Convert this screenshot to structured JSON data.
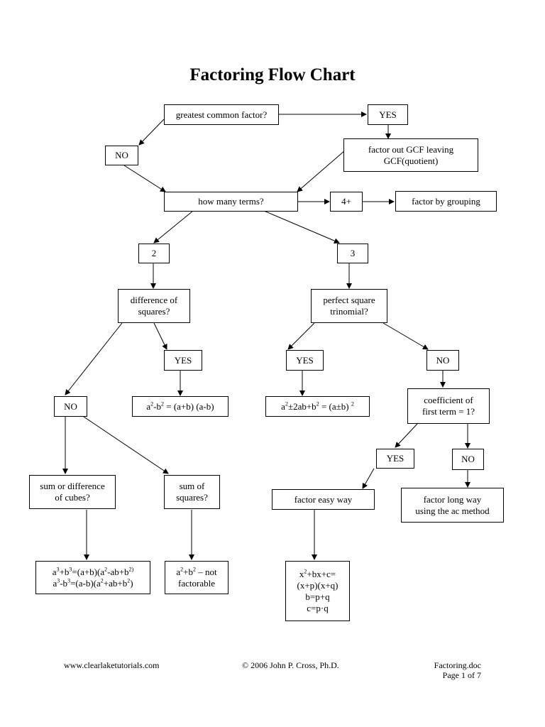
{
  "title": "Factoring Flow Chart",
  "nodes": {
    "gcf_q": "greatest common factor?",
    "yes1": "YES",
    "no1": "NO",
    "factor_gcf": [
      "factor out GCF leaving",
      "GCF(quotient)"
    ],
    "terms_q": "how many terms?",
    "four_plus": "4+",
    "grouping": "factor by grouping",
    "two": "2",
    "three": "3",
    "diff_sq_q": [
      "difference of",
      "squares?"
    ],
    "yes_ds": "YES",
    "diff_sq_formula": {
      "a": "a",
      "sup_a": "2",
      "minus": "-b",
      "sup_b": "2",
      "rest": " = (a+b) (a-b)"
    },
    "no_ds": "NO",
    "sum_diff_cubes_q": [
      "sum or difference",
      "of cubes?"
    ],
    "sum_sq_q": [
      "sum of",
      "squares?"
    ],
    "cubes_formula": [
      {
        "a": "a",
        "sup_a": "3",
        "mid": "+b",
        "sup_b": "3",
        "rest1": "=(a+b)(a",
        "sup_c": "2",
        "rest2": "-ab+b",
        "sup_d": "2)"
      },
      {
        "a": "a",
        "sup_a": "3",
        "mid": "-b",
        "sup_b": "3",
        "rest1": "=(a-b)(a",
        "sup_c": "2",
        "rest2": "+ab+b",
        "sup_d": "2",
        "end": ")"
      }
    ],
    "sum_sq_formula": {
      "line1_a": "a",
      "sup_a": "2",
      "line1_b": "+b",
      "sup_b": "2",
      "line1_c": " – not",
      "line2": "factorable"
    },
    "pst_q": [
      "perfect square",
      "trinomial?"
    ],
    "yes_pst": "YES",
    "no_pst": "NO",
    "pst_formula": {
      "a": "a",
      "sup_a": "2",
      "mid": "±2ab+b",
      "sup_b": "2",
      "rest": " = (a±b) ",
      "sup_c": "2"
    },
    "coef_q": [
      "coefficient of",
      "first term = 1?"
    ],
    "yes_coef": "YES",
    "no_coef": "NO",
    "easy_way": "factor easy way",
    "long_way": [
      "factor long way",
      "using the ac method"
    ],
    "easy_formula": {
      "line1_a": "x",
      "sup": "2",
      "line1_b": "+bx+c=",
      "line2": "(x+p)(x+q)",
      "line3": "b=p+q",
      "line4": "c=p·q"
    }
  },
  "footer": {
    "left": "www.clearlaketutorials.com",
    "center": "© 2006 John P. Cross, Ph.D.",
    "right1": "Factoring.doc",
    "right2": "Page 1 of 7"
  }
}
